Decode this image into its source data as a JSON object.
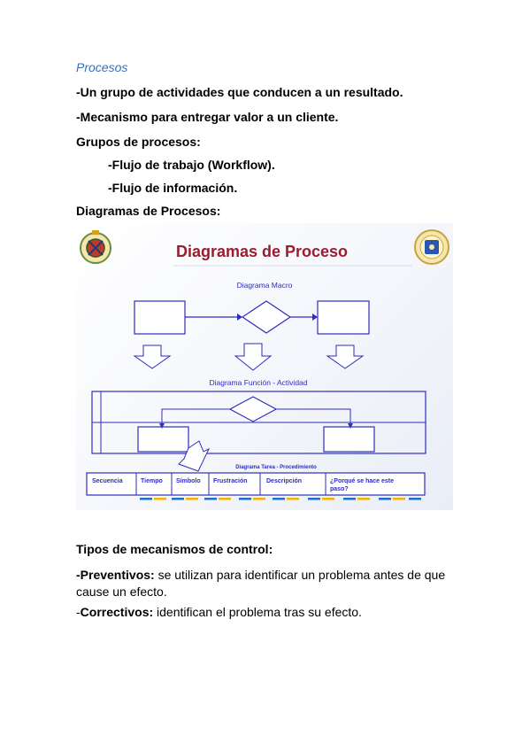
{
  "heading": "Procesos",
  "lines": [
    "-Un grupo de actividades que conducen a un resultado.",
    "-Mecanismo para entregar valor a un cliente.",
    "Grupos de procesos:",
    "-Flujo de trabajo (Workflow).",
    "-Flujo de información.",
    "Diagramas de Procesos:"
  ],
  "slide": {
    "title": "Diagramas de Proceso",
    "macro_label": "Diagrama Macro",
    "funcion_label": "Diagrama Función - Actividad",
    "tarea_label": "Diagrama Tarea - Procedimiento",
    "table_headers": [
      "Secuencia",
      "Tiempo",
      "Símbolo",
      "Frustración",
      "Descripción",
      "¿Porqué se hace este",
      "paso?"
    ],
    "title_color": "#9b1c2e",
    "diagram_color": "#2d2dbf"
  },
  "control": {
    "title": "Tipos de mecanismos de control:",
    "preventivos_label": "-Preventivos:",
    "preventivos_text": " se utilizan para identificar un problema antes de que cause un efecto.",
    "correctivos_prefix": "-",
    "correctivos_label": "Correctivos:",
    "correctivos_text": " identifican el problema tras su efecto."
  }
}
